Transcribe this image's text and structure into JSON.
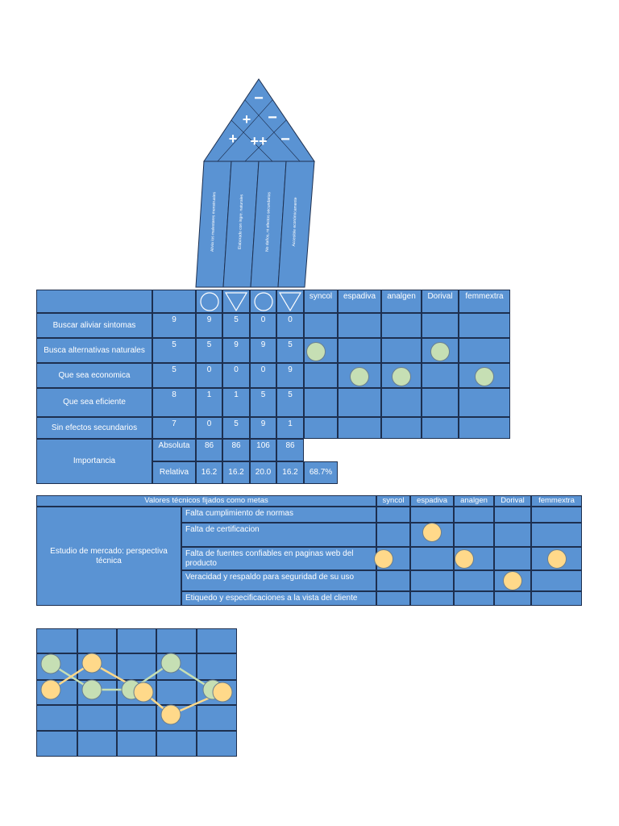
{
  "roof": {
    "signs": [
      "−",
      "+",
      "−",
      "+",
      "++",
      "−"
    ]
  },
  "technical_columns": [
    "Alivia los malestares menstruales",
    "Elaborado con ingre. naturales",
    "No daños, ni efectos secundarios",
    "Accesible económicamente"
  ],
  "relation_symbols": [
    "circle",
    "triangle",
    "circle",
    "triangle"
  ],
  "competitors": [
    "syncol",
    "espadiva",
    "analgen",
    "Dorival",
    "femmextra"
  ],
  "requirements": [
    {
      "label": "Buscar aliviar sintomas",
      "importance": "9",
      "values": [
        "9",
        "5",
        "0",
        "0"
      ]
    },
    {
      "label": "Busca alternativas naturales",
      "importance": "5",
      "values": [
        "5",
        "9",
        "9",
        "5"
      ]
    },
    {
      "label": "Que sea economica",
      "importance": "5",
      "values": [
        "0",
        "0",
        "0",
        "9"
      ]
    },
    {
      "label": "Que sea eficiente",
      "importance": "8",
      "values": [
        "1",
        "1",
        "5",
        "5"
      ]
    },
    {
      "label": "Sin efectos secundarios",
      "importance": "7",
      "values": [
        "0",
        "5",
        "9",
        "1"
      ]
    }
  ],
  "importance": {
    "label": "Importancia",
    "absolute_label": "Absoluta",
    "relative_label": "Relativa",
    "absolute": [
      "86",
      "86",
      "106",
      "86"
    ],
    "relative": [
      "16.2",
      "16.2",
      "20.0",
      "16.2"
    ],
    "relative_total": "68.7%"
  },
  "customer_ratings": [
    {
      "row": 1,
      "competitor": "syncol",
      "color": "green"
    },
    {
      "row": 1,
      "competitor": "Dorival",
      "color": "green"
    },
    {
      "row": 2,
      "competitor": "espadiva",
      "color": "green"
    },
    {
      "row": 2,
      "competitor": "analgen",
      "color": "green"
    },
    {
      "row": 2,
      "competitor": "femmextra",
      "color": "green"
    }
  ],
  "technical_table": {
    "header": "Valores técnicos fijados como metas",
    "competitors": [
      "syncol",
      "espadiva",
      "analgen",
      "Dorival",
      "femmextra"
    ],
    "group_label": "Estudio de mercado: perspectiva técnica",
    "rows": [
      "Falta cumplimiento de normas",
      "Falta de certificacion",
      "Falta de fuentes confiables en paginas web del producto",
      "Veracidad y respaldo para seguridad de su uso",
      "Etiquedo y especificaciones a la vista del cliente"
    ],
    "marks": [
      {
        "row": 1,
        "competitor": "espadiva",
        "color": "yellow"
      },
      {
        "row": 2,
        "competitor": "syncol",
        "color": "yellow"
      },
      {
        "row": 2,
        "competitor": "analgen",
        "color": "yellow"
      },
      {
        "row": 2,
        "competitor": "femmextra",
        "color": "yellow"
      },
      {
        "row": 3,
        "competitor": "Dorival",
        "color": "yellow"
      }
    ]
  },
  "colors": {
    "cell": "#5a93d3",
    "border": "#1d2f4f",
    "green": "#c6dfb4",
    "yellow": "#ffd98a"
  }
}
